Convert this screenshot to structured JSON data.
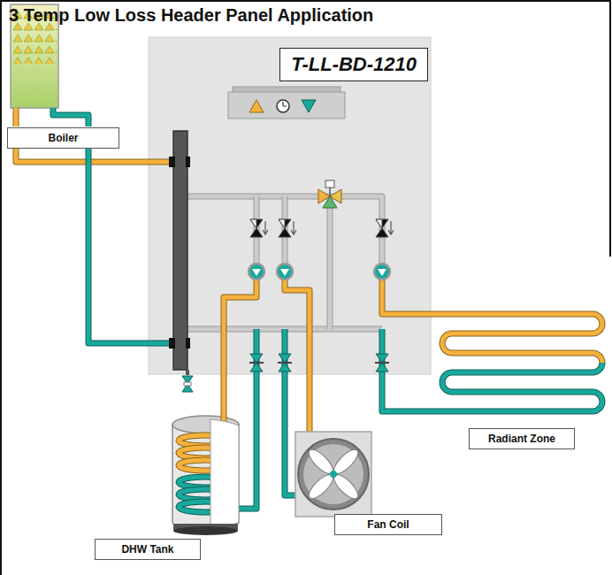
{
  "diagram": {
    "title": "3 Temp Low Loss Header Panel Application",
    "nodes": [
      {
        "text": [
          "Boiler"
        ]
      },
      {
        "text": [
          "T-LL-BD-1210"
        ]
      },
      {
        "text": [
          "DHW Tank"
        ]
      },
      {
        "text": [
          "Fan Coil"
        ]
      },
      {
        "text": [
          "Radiant Zone"
        ]
      }
    ],
    "edges": [
      {
        "from": 0,
        "to": 1,
        "arrow": "none"
      },
      {
        "from": 0,
        "to": 1,
        "arrow": "none"
      },
      {
        "from": 1,
        "to": 2,
        "arrow": "none"
      },
      {
        "from": 1,
        "to": 2,
        "arrow": "none"
      },
      {
        "from": 1,
        "to": 3,
        "arrow": "none"
      },
      {
        "from": 1,
        "to": 3,
        "arrow": "none"
      },
      {
        "from": 1,
        "to": 4,
        "arrow": "none"
      },
      {
        "from": 1,
        "to": 4,
        "arrow": "none"
      }
    ]
  }
}
